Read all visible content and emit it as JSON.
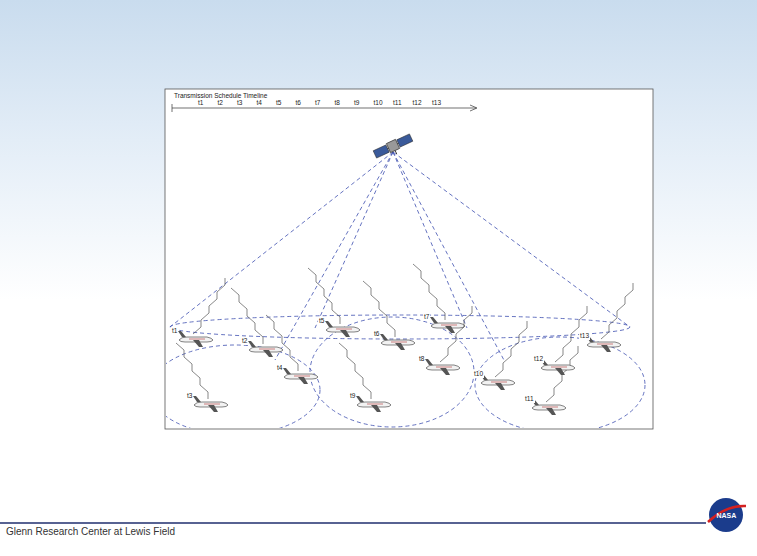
{
  "diagram": {
    "labels": [
      "Transmission Schedule Timeline",
      "t1",
      "t2",
      "t3",
      "t4",
      "t5",
      "t6",
      "t7",
      "t8",
      "t9",
      "t10",
      "t11",
      "t12",
      "t13",
      "t1",
      "t2",
      "t3",
      "t4",
      "t5",
      "t6",
      "t7",
      "t8",
      "t9",
      "t10",
      "t11",
      "t12",
      "t13",
      "Glenn Research Center at Lewis Field",
      "NASA"
    ]
  }
}
